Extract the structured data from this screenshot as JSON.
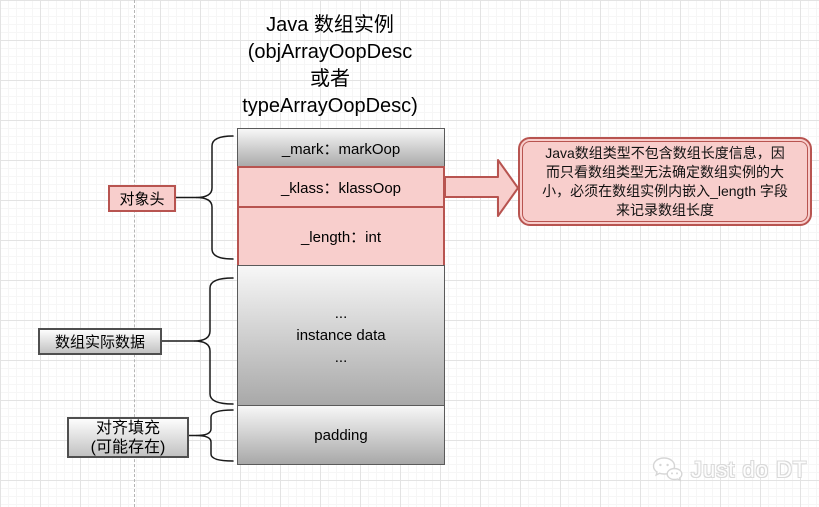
{
  "title": {
    "lines": [
      "Java 数组实例",
      "(objArrayOopDesc",
      "或者",
      "typeArrayOopDesc)"
    ]
  },
  "stack": {
    "mark_label": "_mark：markOop",
    "klass_label": "_klass：klassOop",
    "length_label": "_length：int",
    "instance": {
      "dots_top": "...",
      "label": "instance data",
      "dots_bottom": "..."
    },
    "padding_label": "padding"
  },
  "side_labels": {
    "object_header": "对象头",
    "array_data": "数组实际数据",
    "align_padding_line1": "对齐填充",
    "align_padding_line2": "(可能存在)"
  },
  "callout": {
    "lines": [
      "Java数组类型不包含数组长度信息，因",
      "而只看数组类型无法确定数组实例的大",
      "小，必须在数组实例内嵌入_length 字段",
      "来记录数组长度"
    ]
  },
  "watermark": {
    "text": "Just do DT"
  },
  "colors": {
    "pink_fill": "#f8cecc",
    "red_stroke": "#b85450",
    "gray_box_top": "#f7f7f7",
    "gray_box_bottom": "#a8a8a8",
    "gray_stroke": "#5a5a5a"
  }
}
